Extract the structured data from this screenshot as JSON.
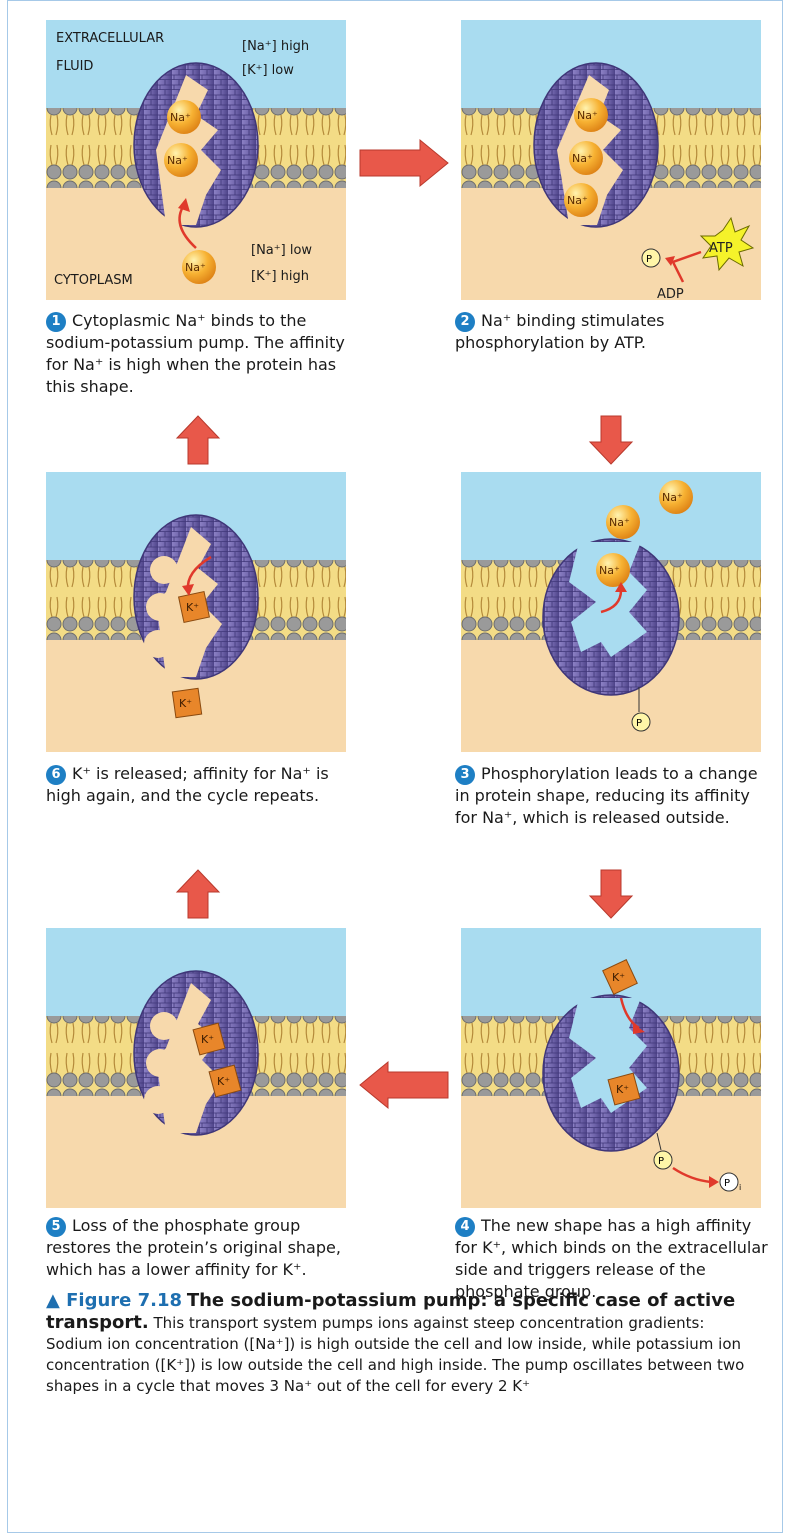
{
  "labels": {
    "extracellular_line1": "EXTRACELLULAR",
    "extracellular_line2": "FLUID",
    "cytoplasm": "CYTOPLASM",
    "out_na": "[Na⁺] high",
    "out_k": "[K⁺] low",
    "in_na": "[Na⁺] low",
    "in_k": "[K⁺] high"
  },
  "ions": {
    "na": "Na⁺",
    "k": "K⁺",
    "p": "P",
    "pi": "P",
    "pi_sub": "i",
    "atp": "ATP",
    "adp": "ADP"
  },
  "steps": [
    {
      "num": "1",
      "text": "Cytoplasmic Na⁺ binds to the sodium-potassium pump. The affinity for Na⁺ is high when the protein has this shape."
    },
    {
      "num": "2",
      "text": "Na⁺ binding stimulates phosphorylation by ATP."
    },
    {
      "num": "3",
      "text": "Phosphorylation leads to a change in protein shape, reducing its affinity for Na⁺, which is released outside."
    },
    {
      "num": "4",
      "text": "The new shape has a high affinity for K⁺, which binds on the extracellular side and triggers release of the phosphate group."
    },
    {
      "num": "5",
      "text": "Loss of the phosphate group restores the protein’s original shape, which has a lower affinity for K⁺."
    },
    {
      "num": "6",
      "text": "K⁺ is released; affinity for Na⁺ is high again, and the cycle repeats."
    }
  ],
  "figure": {
    "label": "▲ Figure 7.18",
    "title": "The sodium-potassium pump: a specific case of active transport.",
    "body": "This transport system pumps ions against steep concentration gradients: Sodium ion concentration ([Na⁺]) is high outside the cell and low inside, while potassium ion concentration ([K⁺]) is low outside the cell and high inside. The pump oscillates between two shapes in a cycle that moves 3 Na⁺ out of the cell for every 2 K⁺"
  },
  "colors": {
    "extracellular": "#a9dcf0",
    "cytoplasm": "#f7d9ac",
    "protein": "#6d62a8",
    "sodium": "#f5a623",
    "potassium": "#e8862a",
    "arrow": "#e8584a"
  }
}
